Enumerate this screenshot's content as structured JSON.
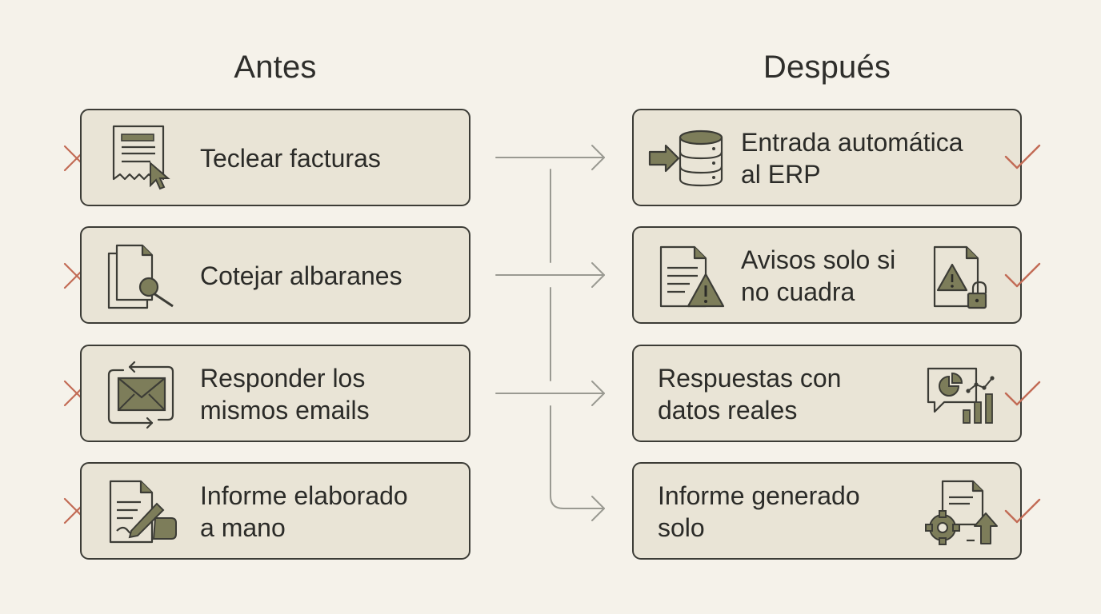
{
  "headers": {
    "before": "Antes",
    "after": "Después"
  },
  "before_items": [
    {
      "label": "Teclear facturas",
      "icon": "invoice-typing-icon"
    },
    {
      "label": "Cotejar albaranes",
      "icon": "document-search-icon"
    },
    {
      "label_line1": "Responder los",
      "label_line2": "mismos emails",
      "icon": "email-cycle-icon"
    },
    {
      "label_line1": "Informe elaborado",
      "label_line2": "a mano",
      "icon": "handwritten-report-icon"
    }
  ],
  "after_items": [
    {
      "label_line1": "Entrada automática",
      "label_line2": "al ERP",
      "icon": "database-import-icon"
    },
    {
      "label_line1": "Avisos solo si",
      "label_line2": "no cuadra",
      "icon": "document-warning-icon",
      "icon_right": "locked-warning-icon"
    },
    {
      "label_line1": "Respuestas con",
      "label_line2": "datos reales",
      "icon": "chat-analytics-icon"
    },
    {
      "label_line1": "Informe generado",
      "label_line2": "solo",
      "icon": "report-gear-upload-icon"
    }
  ],
  "status_marks": {
    "before": "cross-icon",
    "after": "check-icon"
  },
  "colors": {
    "background": "#f5f2ea",
    "card_fill": "#e9e4d6",
    "card_border": "#3c3c36",
    "icon_accent": "#7d7d5a",
    "cross": "#c26b55",
    "check": "#c26b55",
    "connector": "#9a9a92"
  }
}
